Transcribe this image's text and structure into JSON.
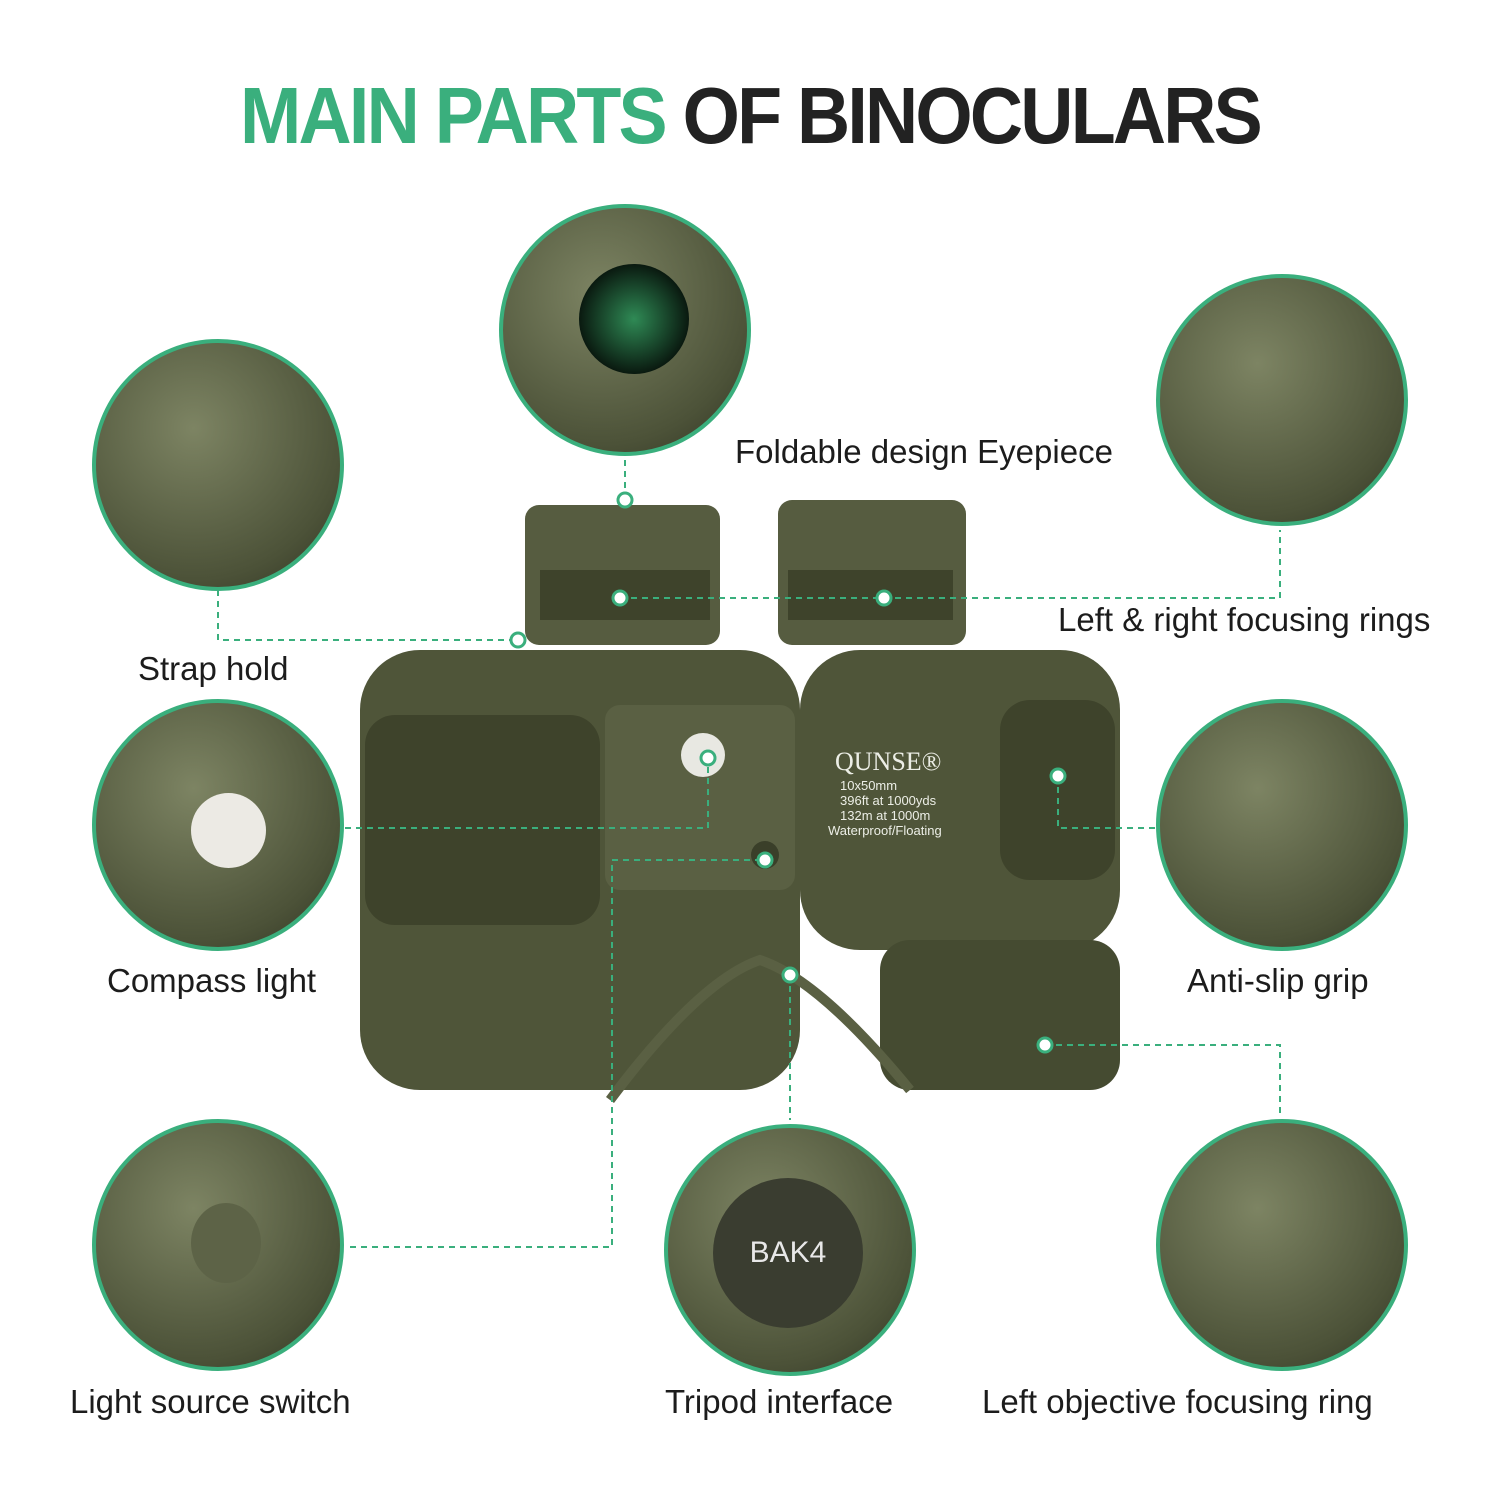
{
  "title": {
    "accent": "MAIN PARTS",
    "rest": "OF BINOCULARS"
  },
  "colors": {
    "accent": "#3aaf7d",
    "body": "#4f5539"
  },
  "labels": {
    "eyepiece": "Foldable design Eyepiece",
    "focusing_rings": "Left & right focusing rings",
    "strap": "Strap hold",
    "compass_light": "Compass light",
    "grip": "Anti-slip grip",
    "switch": "Light source switch",
    "tripod": "Tripod interface",
    "objective": "Left objective focusing ring"
  },
  "product": {
    "brand": "QUNSE®",
    "spec1": "10x50mm",
    "spec2": "396ft at 1000yds",
    "spec3": "132m at 1000m",
    "spec4": "Waterproof/Floating",
    "prism": "BAK4"
  }
}
